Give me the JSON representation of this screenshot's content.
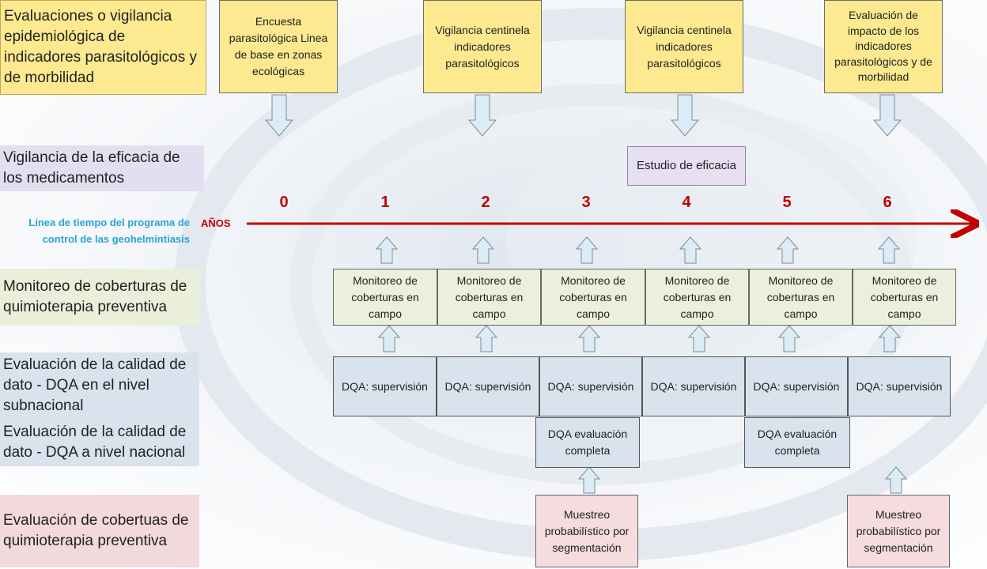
{
  "rows": {
    "evaluaciones": "Evaluaciones o vigilancia epidemiológica de indicadores parasitológicos y de morbilidad",
    "vigilancia_eficacia": "Vigilancia de la eficacia de los medicamentos",
    "monitoreo": "Monitoreo de coberturas de quimioterapia preventiva",
    "dqa_subnacional": "Evaluación de la calidad de dato - DQA en el nivel subnacional",
    "dqa_nacional": "Evaluación de la calidad de dato - DQA a nivel nacional",
    "coberturas": "Evaluación de cobertuas de quimioterapia preventiva"
  },
  "top_boxes": [
    "Encuesta parasitológica Linea de base en zonas ecológicas",
    "Vigilancia centinela indicadores parasitológicos",
    "Vigilancia centinela indicadores parasitológicos",
    "Evaluación de impacto de los indicadores parasitológicos y de morbilidad"
  ],
  "eficacia_box": "Estudio de eficacia",
  "timeline": {
    "label_line1": "Línea de tiempo del programa de",
    "label_line2": "control de las geohelmintiasis",
    "unit": "AÑOS",
    "years": [
      "0",
      "1",
      "2",
      "3",
      "4",
      "5",
      "6"
    ]
  },
  "monitoreo_boxes": [
    "Monitoreo de coberturas en campo",
    "Monitoreo de coberturas en campo",
    "Monitoreo de coberturas en campo",
    "Monitoreo de coberturas en campo",
    "Monitoreo de coberturas en campo",
    "Monitoreo de coberturas en campo"
  ],
  "dqa_boxes": [
    "DQA: supervisión",
    "DQA: supervisión",
    "DQA: supervisión",
    "DQA: supervisión",
    "DQA: supervisión",
    "DQA: supervisión"
  ],
  "dqa_nacional_boxes": [
    "DQA evaluación completa",
    "DQA evaluación completa"
  ],
  "muestreo_boxes": [
    "Muestreo probabilístico por segmentación",
    "Muestreo probabilístico por segmentación"
  ],
  "colors": {
    "timeline": "#c00000",
    "timeline_label": "#2aa3d6",
    "yellow": "#fde98f",
    "lavender": "#e6e0f2",
    "green": "#eaf0dc",
    "blue": "#d8e3ee",
    "pink": "#f4dcdf",
    "arrow_fill": "#dcecf6"
  }
}
